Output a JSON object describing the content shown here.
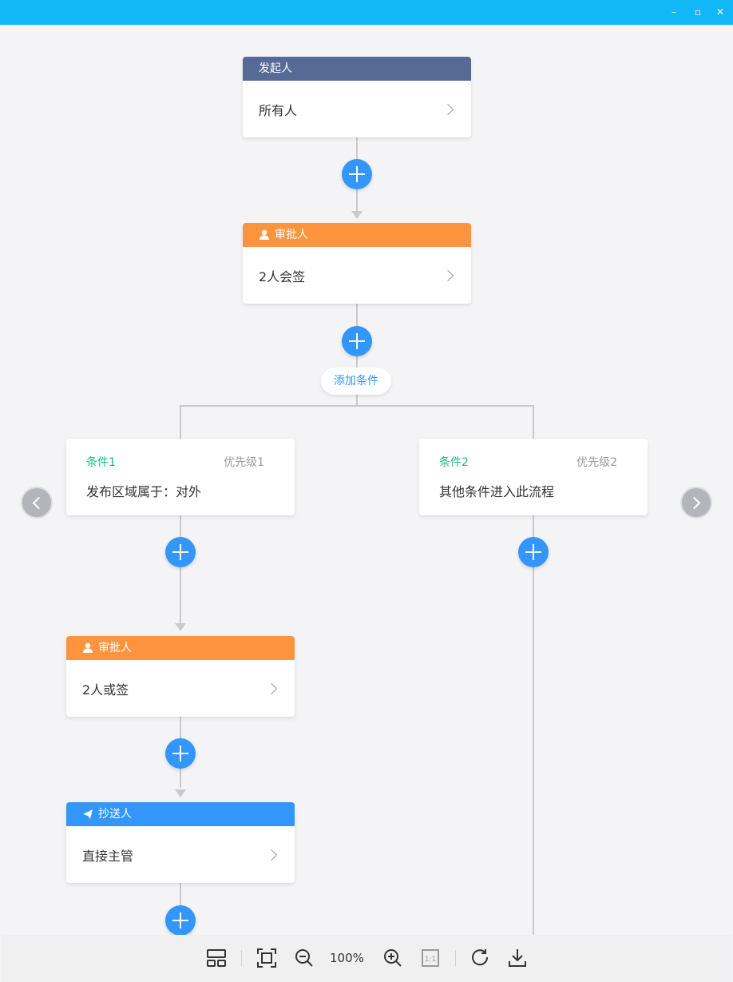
{
  "window": {
    "minimize": "–",
    "maximize": "▫",
    "close": "✕"
  },
  "start": {
    "header": "发起人",
    "body": "所有人"
  },
  "approver1": {
    "header": "审批人",
    "body": "2人会签"
  },
  "add_condition": "添加条件",
  "conditions": [
    {
      "title": "条件1",
      "priority": "优先级1",
      "content": "发布区域属于：对外"
    },
    {
      "title": "条件2",
      "priority": "优先级2",
      "content": "其他条件进入此流程"
    }
  ],
  "approver2": {
    "header": "审批人",
    "body": "2人或签"
  },
  "cc": {
    "header": "抄送人",
    "body": "直接主管"
  },
  "toolbar": {
    "zoom": "100%"
  },
  "colors": {
    "titlebar": "#12b7f5",
    "start": "#576a95",
    "approver": "#ff943e",
    "cc": "#3296fa",
    "condition": "#15bc83"
  }
}
